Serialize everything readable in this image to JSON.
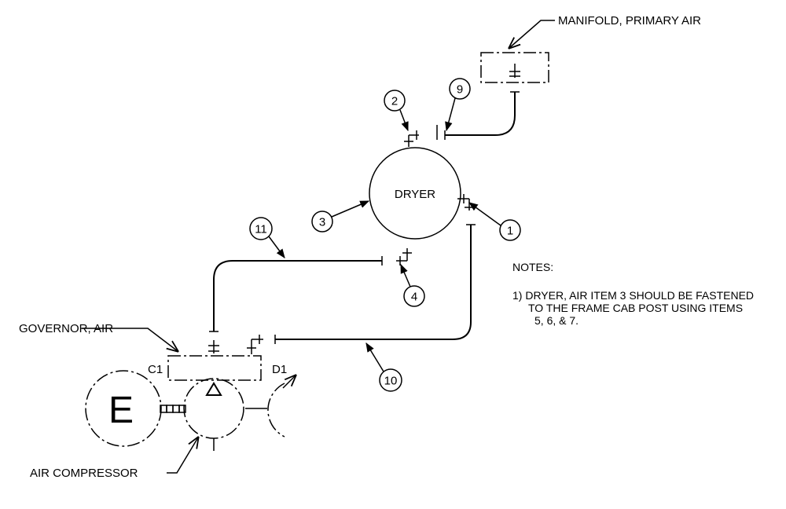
{
  "labels": {
    "manifold": "MANIFOLD, PRIMARY AIR",
    "dryer": "DRYER",
    "governor": "GOVERNOR, AIR",
    "compressor": "AIR COMPRESSOR",
    "engine": "E",
    "c1": "C1",
    "d1": "D1"
  },
  "balloons": {
    "b1": "1",
    "b2": "2",
    "b3": "3",
    "b4": "4",
    "b9": "9",
    "b10": "10",
    "b11": "11"
  },
  "notes": {
    "title": "NOTES:",
    "line1": "1) DRYER, AIR ITEM 3 SHOULD BE FASTENED",
    "line2": "TO THE FRAME CAB POST USING ITEMS",
    "line3": "5, 6, & 7."
  },
  "colors": {
    "line": "#000000",
    "background": "#ffffff"
  }
}
